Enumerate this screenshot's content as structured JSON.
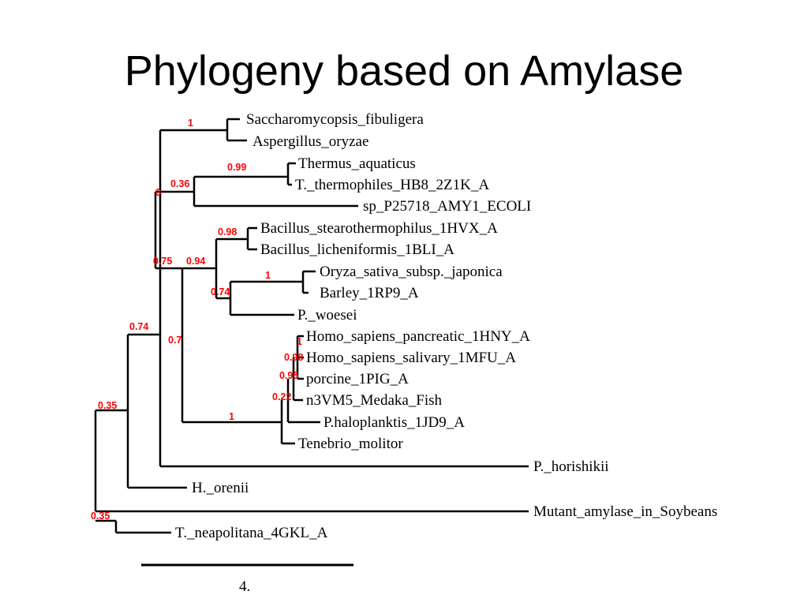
{
  "title": "Phylogeny based on Amylase",
  "tree": {
    "leaves": [
      "Saccharomycopsis_fibuligera",
      "Aspergillus_oryzae",
      "Thermus_aquaticus",
      "T._thermophiles_HB8_2Z1K_A",
      "sp_P25718_AMY1_ECOLI",
      "Bacillus_stearothermophilus_1HVX_A",
      "Bacillus_licheniformis_1BLI_A",
      "Oryza_sativa_subsp._japonica",
      "Barley_1RP9_A",
      "P._woesei",
      "Homo_sapiens_pancreatic_1HNY_A",
      "Homo_sapiens_salivary_1MFU_A",
      "porcine_1PIG_A",
      "n3VM5_Medaka_Fish",
      "P.haloplanktis_1JD9_A",
      "Tenebrio_molitor",
      "P._horishikii",
      "H._orenii",
      "Mutant_amylase_in_Soybeans",
      "T._neapolitana_4GKL_A"
    ],
    "support_values": [
      "1",
      "0.99",
      "0.36",
      "0",
      "0.98",
      "0.75",
      "0.94",
      "1",
      "0.74",
      "0.74",
      "0.7",
      "1",
      "0.98",
      "0.95",
      "0.22",
      "1",
      "0.35",
      "0.35"
    ],
    "scale_bar_label": "4."
  },
  "colors": {
    "support": "#ff0000",
    "branch": "#000000"
  }
}
